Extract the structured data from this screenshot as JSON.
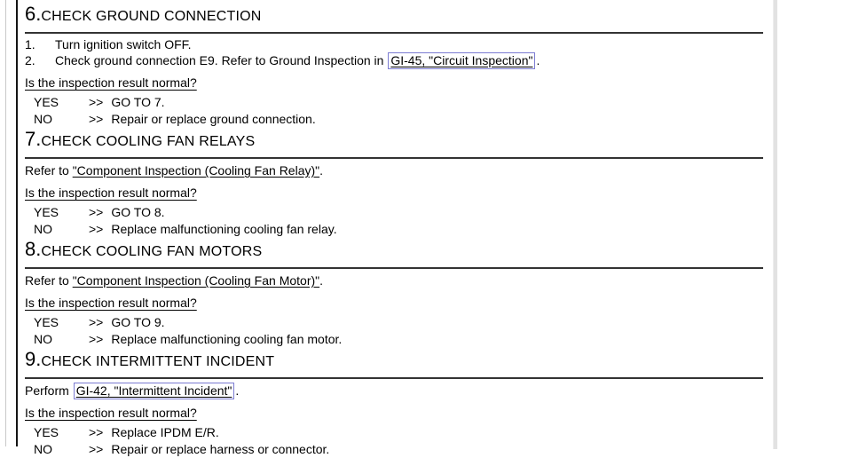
{
  "page": {
    "background": "#ffffff",
    "text_color": "#000000",
    "rule_color": "#333333",
    "link_box_color": "#7c7cd2"
  },
  "sections": [
    {
      "number": "6.",
      "title": "CHECK GROUND CONNECTION",
      "steps": [
        {
          "marker": "1.",
          "text": "Turn ignition switch OFF."
        },
        {
          "marker": "2.",
          "prefix": "Check ground connection E9. Refer to Ground Inspection in ",
          "link": "GI-45, \"Circuit Inspection\"",
          "suffix": "."
        }
      ],
      "question": "Is the inspection result normal?",
      "answers": [
        {
          "label": "YES",
          "arrow": ">>",
          "text": "GO TO 7."
        },
        {
          "label": "NO",
          "arrow": ">>",
          "text": "Repair or replace ground connection."
        }
      ]
    },
    {
      "number": "7.",
      "title": "CHECK COOLING FAN RELAYS",
      "intro": {
        "prefix": "Refer to ",
        "link": "\"Component Inspection (Cooling Fan Relay)\"",
        "suffix": "."
      },
      "question": "Is the inspection result normal?",
      "answers": [
        {
          "label": "YES",
          "arrow": ">>",
          "text": "GO TO 8."
        },
        {
          "label": "NO",
          "arrow": ">>",
          "text": "Replace malfunctioning cooling fan relay."
        }
      ]
    },
    {
      "number": "8.",
      "title": "CHECK COOLING FAN MOTORS",
      "intro": {
        "prefix": "Refer to ",
        "link": "\"Component Inspection (Cooling Fan Motor)\"",
        "suffix": "."
      },
      "question": "Is the inspection result normal?",
      "answers": [
        {
          "label": "YES",
          "arrow": ">>",
          "text": "GO TO 9."
        },
        {
          "label": "NO",
          "arrow": ">>",
          "text": "Replace malfunctioning cooling fan motor."
        }
      ]
    },
    {
      "number": "9.",
      "title": "CHECK INTERMITTENT INCIDENT",
      "intro": {
        "prefix": "Perform ",
        "link": "GI-42, \"Intermittent Incident\"",
        "suffix": "."
      },
      "question": "Is the inspection result normal?",
      "answers": [
        {
          "label": "YES",
          "arrow": ">>",
          "text": "Replace IPDM E/R."
        },
        {
          "label": "NO",
          "arrow": ">>",
          "text": "Repair or replace harness or connector."
        }
      ]
    }
  ]
}
